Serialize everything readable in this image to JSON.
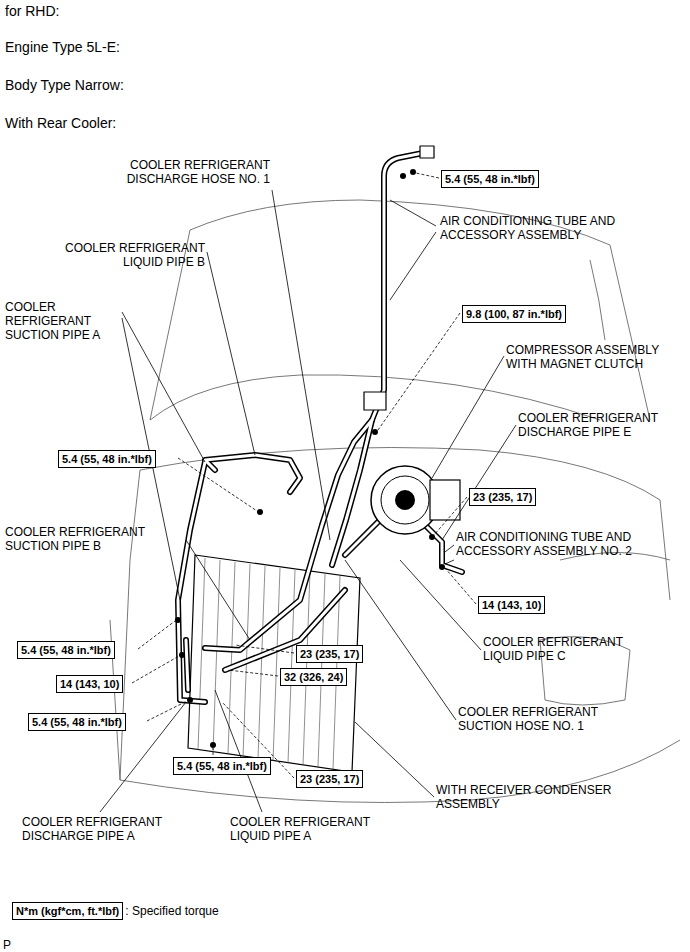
{
  "diagram": {
    "nodes": [
      {
        "text": [
          "5.4 (55, 48 in.*lbf)"
        ]
      },
      {
        "text": [
          "9.8 (100, 87 in.*lbf)"
        ]
      },
      {
        "text": [
          "5.4 (55, 48 in.*lbf)"
        ]
      },
      {
        "text": [
          "23 (235, 17)"
        ]
      },
      {
        "text": [
          "14 (143, 10)"
        ]
      },
      {
        "text": [
          "5.4 (55, 48 in.*lbf)"
        ]
      },
      {
        "text": [
          "23 (235, 17)"
        ]
      },
      {
        "text": [
          "32 (326, 24)"
        ]
      },
      {
        "text": [
          "14 (143, 10)"
        ]
      },
      {
        "text": [
          "5.4 (55, 48 in.*lbf)"
        ]
      },
      {
        "text": [
          "5.4 (55, 48 in.*lbf)"
        ]
      },
      {
        "text": [
          "23 (235, 17)"
        ]
      },
      {
        "text": [
          "N*m (kgf*cm, ft.*lbf)"
        ]
      }
    ],
    "labels": [
      "for RHD:",
      "Engine Type 5L-E:",
      "Body Type Narrow:",
      "With Rear Cooler:",
      "COOLER REFRIGERANT DISCHARGE HOSE NO. 1",
      "AIR CONDITIONING TUBE AND ACCESSORY ASSEMBLY",
      "COOLER REFRIGERANT LIQUID PIPE B",
      "COOLER REFRIGERANT SUCTION PIPE A",
      "COMPRESSOR ASSEMBLY WITH MAGNET CLUTCH",
      "COOLER REFRIGERANT DISCHARGE PIPE E",
      "COOLER REFRIGERANT SUCTION PIPE B",
      "AIR CONDITIONING TUBE AND ACCESSORY ASSEMBLY NO. 2",
      "COOLER REFRIGERANT LIQUID PIPE C",
      "COOLER REFRIGERANT SUCTION HOSE NO. 1",
      "WITH RECEIVER CONDENSER ASSEMBLY",
      "COOLER REFRIGERANT DISCHARGE PIPE A",
      "COOLER REFRIGERANT LIQUID PIPE A",
      ": Specified torque",
      "P"
    ]
  }
}
